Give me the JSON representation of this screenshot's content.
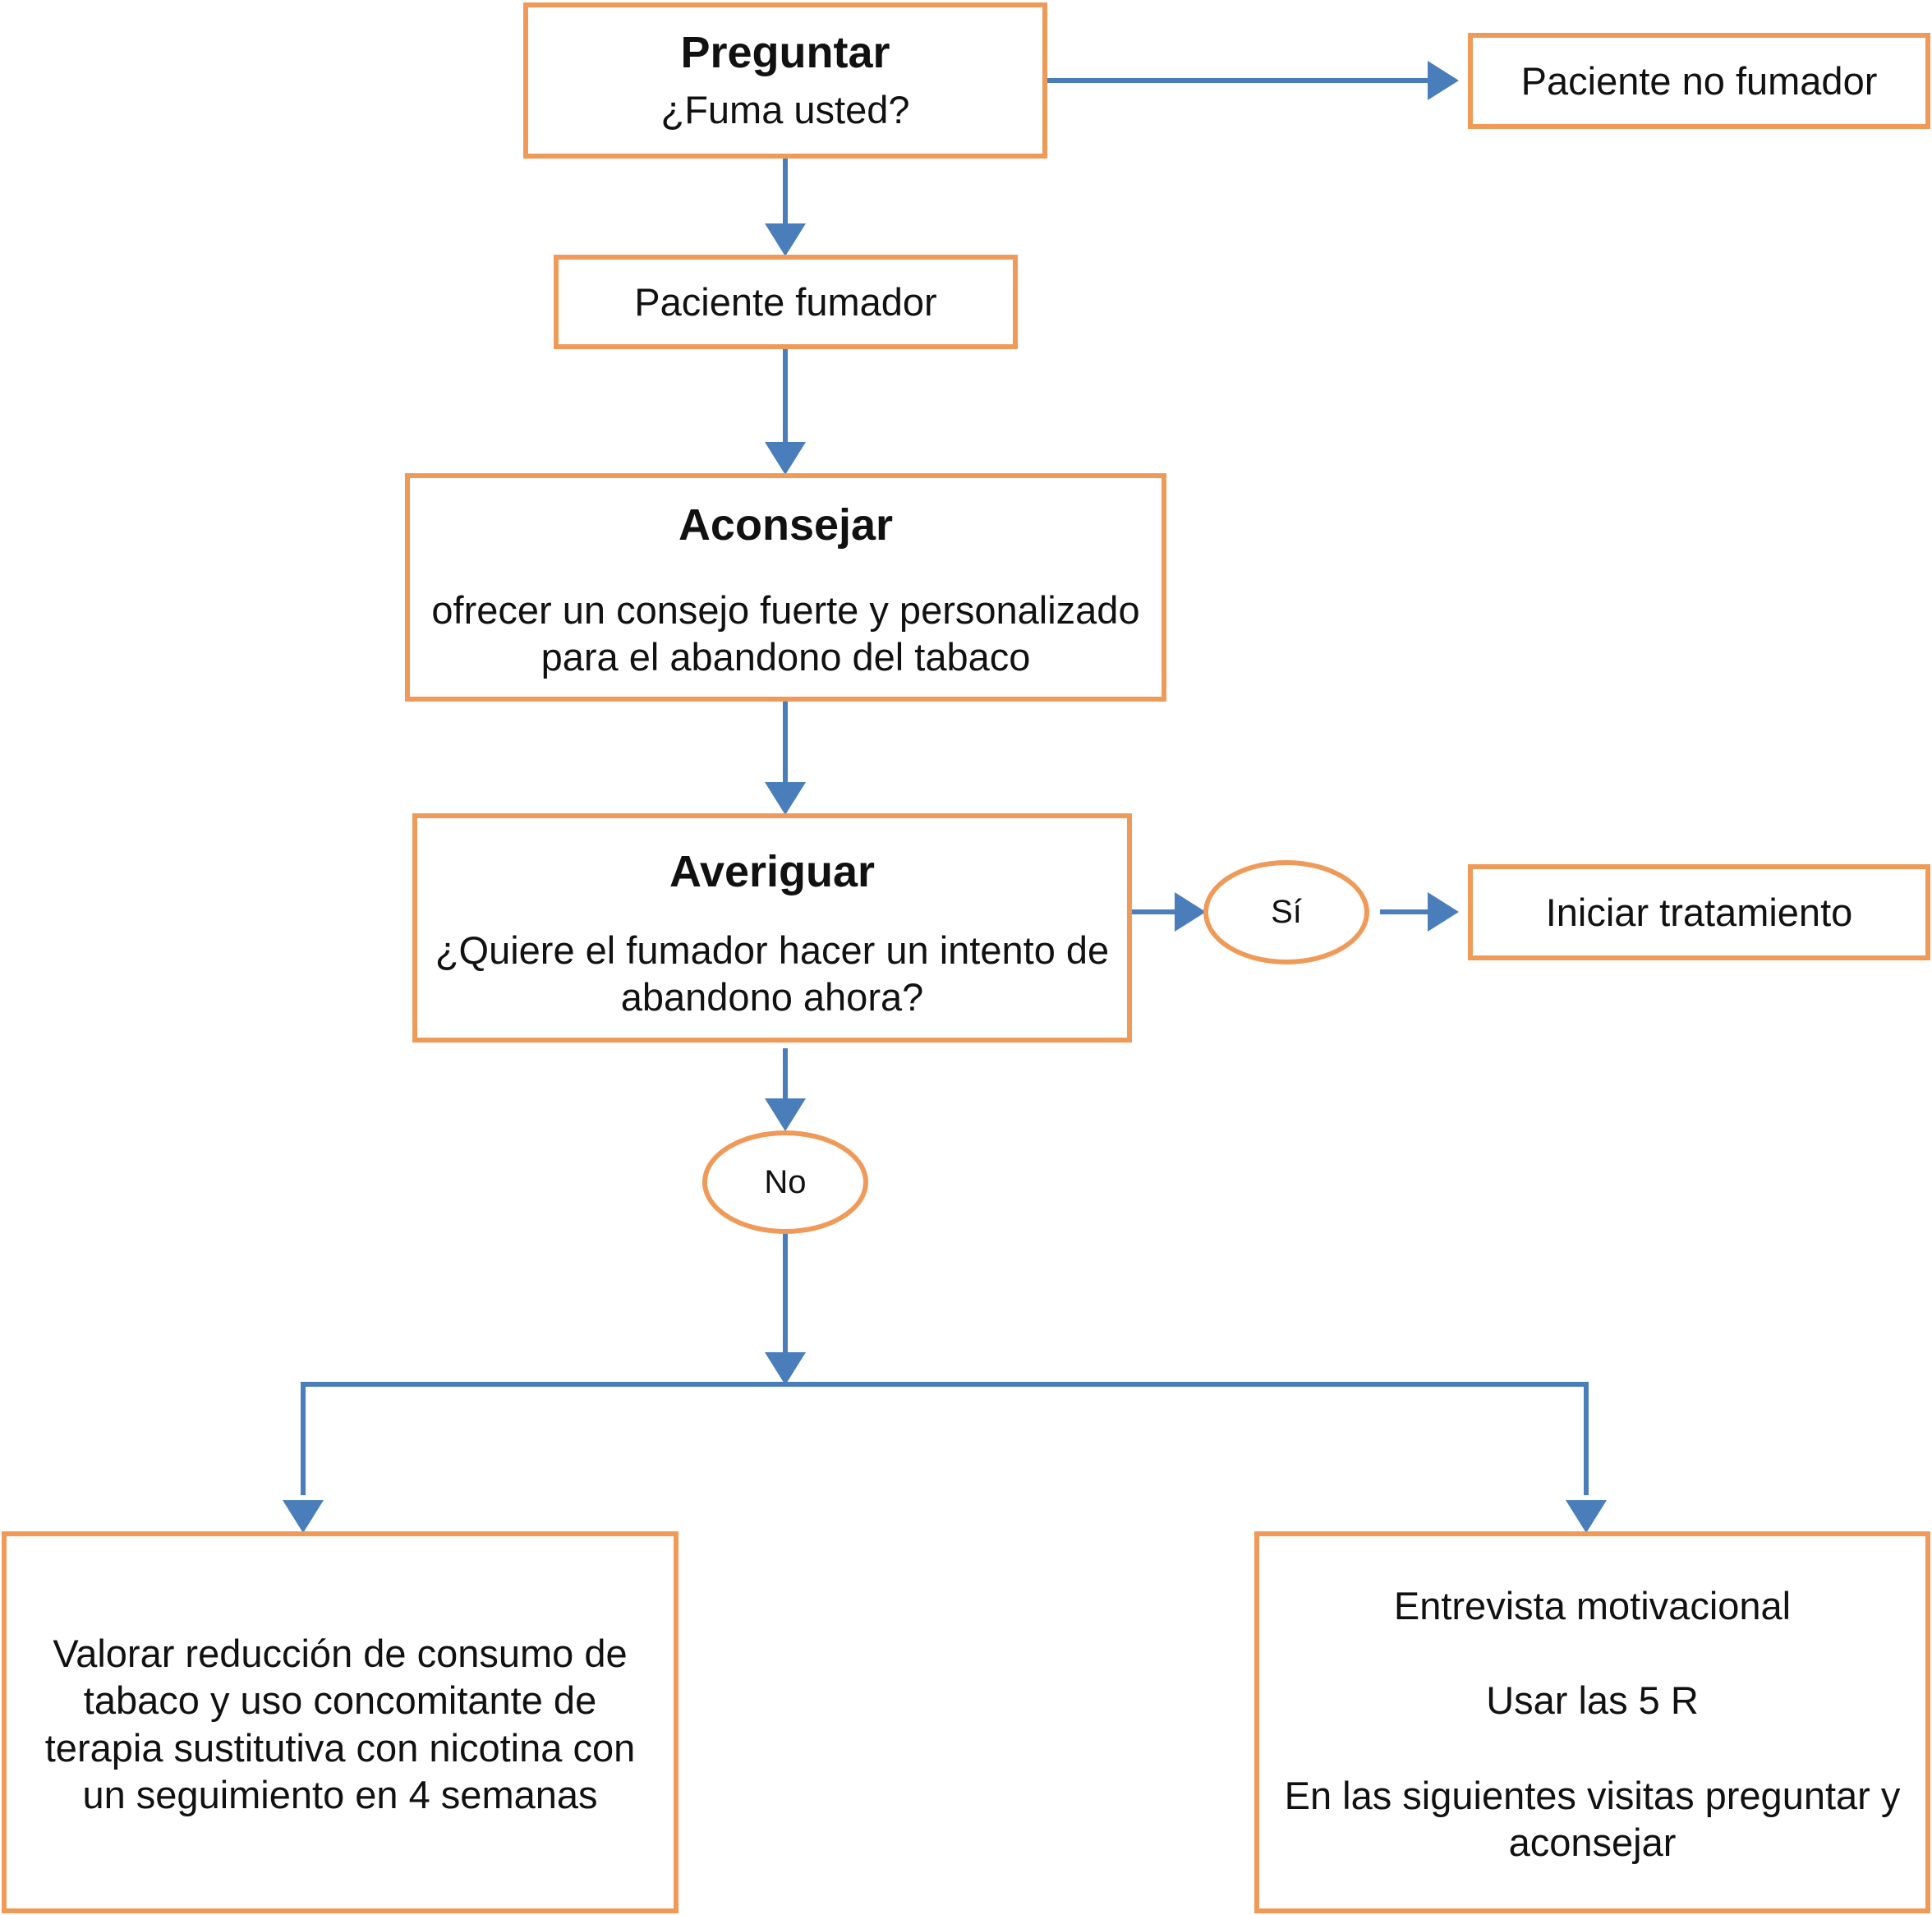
{
  "nodes": {
    "preguntar": {
      "title": "Preguntar",
      "text": "¿Fuma usted?"
    },
    "no_fumador": {
      "text": "Paciente no fumador"
    },
    "fumador": {
      "text": "Paciente fumador"
    },
    "aconsejar": {
      "title": "Aconsejar",
      "line1": "ofrecer un consejo fuerte y personalizado",
      "line2": "para el abandono del tabaco"
    },
    "averiguar": {
      "title": "Averiguar",
      "line1": "¿Quiere el fumador hacer un intento de",
      "line2": "abandono ahora?"
    },
    "si": {
      "text": "Sí"
    },
    "iniciar": {
      "text": "Iniciar tratamiento"
    },
    "no": {
      "text": "No"
    },
    "valorar": {
      "line1": "Valorar reducción de consumo de",
      "line2": "tabaco y uso concomitante de",
      "line3": "terapia sustitutiva con nicotina con",
      "line4": "un seguimiento en 4 semanas"
    },
    "entrevista": {
      "line1": "Entrevista motivacional",
      "line2": "Usar las 5 R",
      "line3": "En las siguientes visitas preguntar y",
      "line4": "aconsejar"
    }
  },
  "colors": {
    "box_border": "#ef9a58",
    "arrow": "#4a7ebb"
  }
}
